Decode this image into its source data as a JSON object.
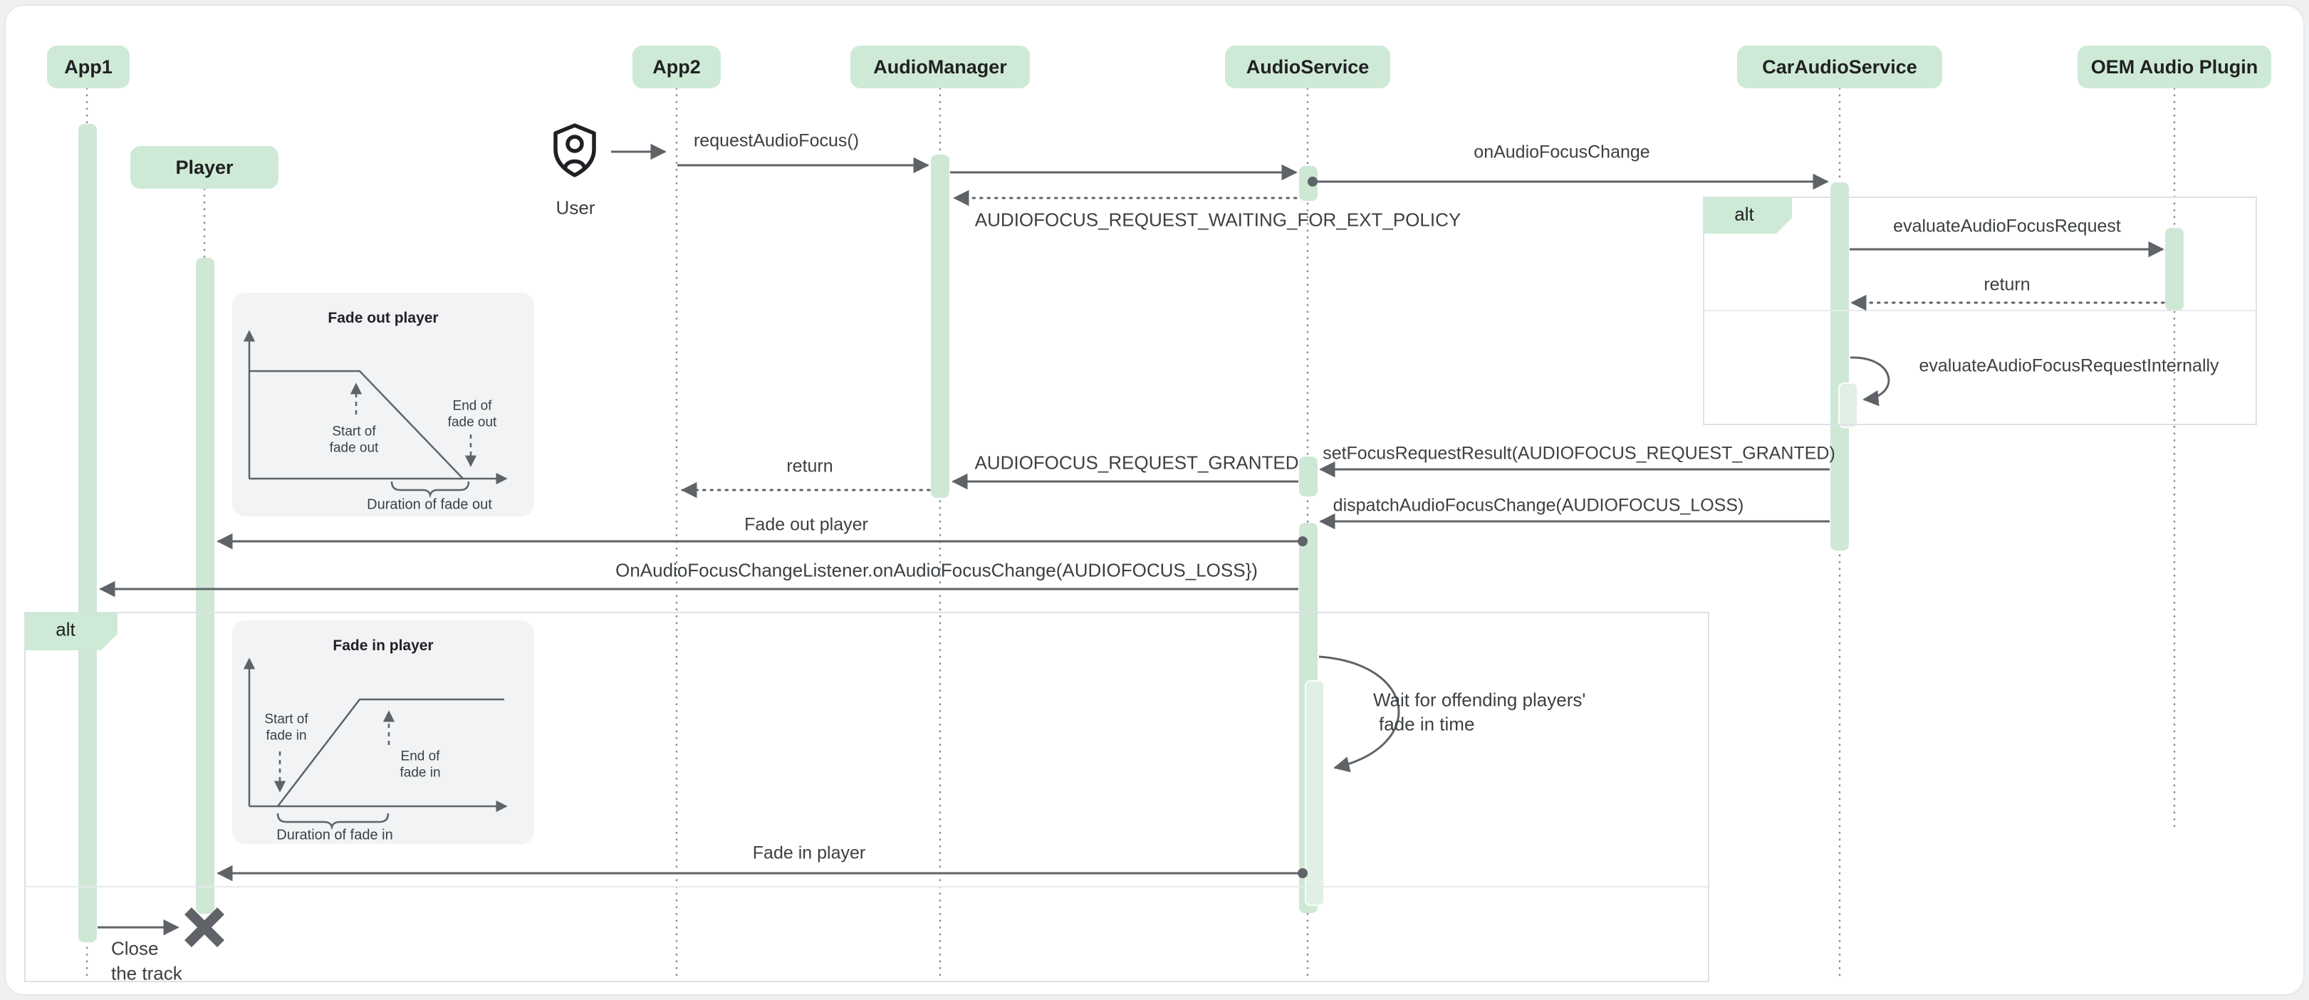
{
  "colors": {
    "actor_green": "#ceead6",
    "activation_green": "#cfe8d6",
    "arrow_gray": "#5f6368",
    "text_gray": "#3c4043",
    "inset_bg": "#f1f3f4",
    "fragment_border": "#dde1e5"
  },
  "actors": [
    {
      "label": "App1"
    },
    {
      "label": "Player"
    },
    {
      "label": "App2"
    },
    {
      "label": "AudioManager"
    },
    {
      "label": "AudioService"
    },
    {
      "label": "CarAudioService"
    },
    {
      "label": "OEM Audio Plugin"
    }
  ],
  "user": {
    "label": "User"
  },
  "fragments": {
    "left": {
      "label": "alt"
    },
    "right": {
      "label": "alt"
    }
  },
  "messages": {
    "request_audio_focus": "requestAudioFocus()",
    "on_audio_focus_change": "onAudioFocusChange",
    "waiting_policy": "AUDIOFOCUS_REQUEST_WAITING_FOR_EXT_POLICY",
    "evaluate_request": "evaluateAudioFocusRequest",
    "return_oem": "return",
    "evaluate_internally": "evaluateAudioFocusRequestInternally",
    "set_focus_result": "setFocusRequestResult(AUDIOFOCUS_REQUEST_GRANTED)",
    "request_granted": "AUDIOFOCUS_REQUEST_GRANTED",
    "return_app2": "return",
    "dispatch_loss": "dispatchAudioFocusChange(AUDIOFOCUS_LOSS)",
    "fade_out_player": "Fade out player",
    "focus_change_listener": "OnAudioFocusChangeListener.onAudioFocusChange(AUDIOFOCUS_LOSS})",
    "fade_in_player": "Fade in player",
    "wait_line1": "Wait for offending players'",
    "wait_line2": "fade in time",
    "close_line1": "Close",
    "close_line2": "the track"
  },
  "insets": {
    "fade_out": {
      "title": "Fade out player",
      "start_line1": "Start of",
      "start_line2": "fade out",
      "end_line1": "End of",
      "end_line2": "fade out",
      "duration": "Duration of fade out"
    },
    "fade_in": {
      "title": "Fade in player",
      "start_line1": "Start of",
      "start_line2": "fade in",
      "end_line1": "End of",
      "end_line2": "fade in",
      "duration": "Duration of fade in"
    }
  }
}
